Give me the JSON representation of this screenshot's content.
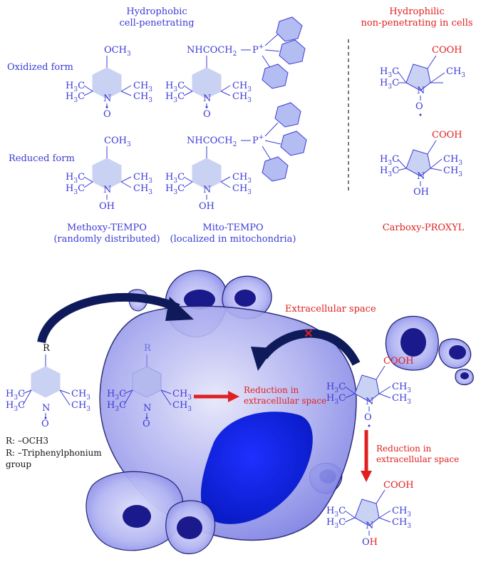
{
  "colors": {
    "blue_text": "#3b3bd6",
    "red_text": "#e02020",
    "ring_fill": "#c9d2f2",
    "cell_fill": "#9a9cf0",
    "nucleus": "#1a1a8c",
    "arrow_navy": "#0f1a5a",
    "arrow_red": "#e02020"
  },
  "header": {
    "hydrophobic_line1": "Hydrophobic",
    "hydrophobic_line2": "cell-penetrating",
    "hydrophilic_line1": "Hydrophilic",
    "hydrophilic_line2": "non-penetrating in cells"
  },
  "rows": {
    "oxidized": "Oxidized form",
    "reduced": "Reduced form"
  },
  "chem": {
    "och3": "OCH",
    "sub3": "3",
    "coh3": "COH",
    "nhcoch2": "NHCOCH",
    "sub2": "2",
    "p": "P",
    "plus": "+",
    "h3c": "H",
    "h3c_sub": "3",
    "h3c_c": "C",
    "ch3": "CH",
    "n": "N",
    "o": "O",
    "oh": "OH",
    "h": "H",
    "cooh": "COOH",
    "r": "R"
  },
  "labels": {
    "methoxy_name": "Methoxy-TEMPO",
    "methoxy_sub": "(randomly distributed)",
    "mito_name": "Mito-TEMPO",
    "mito_sub": "(localized in mitochondria)",
    "carboxy_name": "Carboxy-PROXYL"
  },
  "bottom": {
    "extracellular": "Extracellular space",
    "reduction1_line1": "Reduction in",
    "reduction1_line2": "extracellular space",
    "reduction2_line1": "Reduction in",
    "reduction2_line2": "extracellular space",
    "cross": "✕",
    "r_def1": "R: –OCH3",
    "r_def2": "R: –Triphenylphonium",
    "r_def3": "group"
  }
}
